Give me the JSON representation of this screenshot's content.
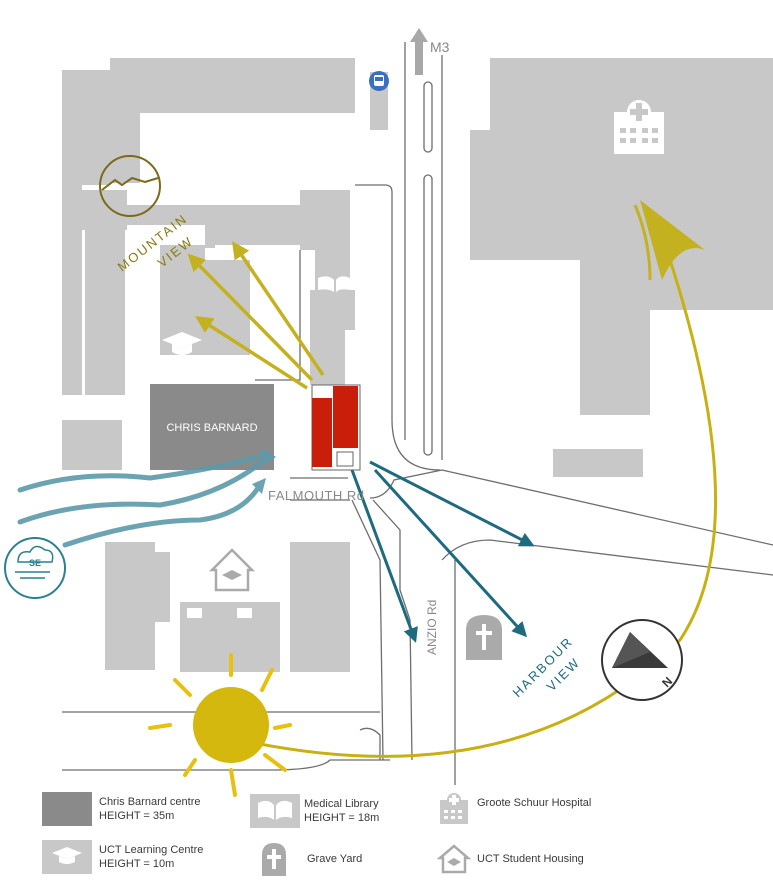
{
  "map": {
    "labels": {
      "chris_barnard": "CHRIS BARNARD",
      "falmouth": "FALMOUTH Rd",
      "anzio": "ANZIO Rd",
      "m3": "M3",
      "mountain": "MOUNTAIN",
      "mountain_view": "VIEW",
      "harbour": "HARBOUR",
      "harbour_view": "VIEW",
      "wind": "SE",
      "north": "N"
    },
    "colors": {
      "building_dark": "#8a8a8a",
      "building_light": "#c8c8c8",
      "site": "#c81e0a",
      "mountain_arrows": "#c3b11f",
      "harbour_arrows": "#1e6b80",
      "wind_arrows": "#5d9aaa",
      "sun": "#d4b80e",
      "sun_path": "#c9b012",
      "road": "#6e6e6e"
    },
    "icons": [
      "hospital-icon",
      "library-icon",
      "graduation-cap-icon",
      "housing-icon",
      "grave-icon",
      "bus-stop-icon",
      "mountain-icon",
      "wind-icon",
      "compass-icon",
      "sun-icon"
    ]
  },
  "legend": {
    "chris_barnard": {
      "line1": "Chris Barnard centre",
      "line2": "HEIGHT = 35m"
    },
    "library": {
      "line1": "Medical Library",
      "line2": "HEIGHT = 18m"
    },
    "hospital": {
      "line1": "Groote Schuur Hospital"
    },
    "learning": {
      "line1": "UCT Learning Centre",
      "line2": "HEIGHT = 10m"
    },
    "grave": {
      "line1": "Grave Yard"
    },
    "housing": {
      "line1": "UCT Student Housing"
    }
  }
}
